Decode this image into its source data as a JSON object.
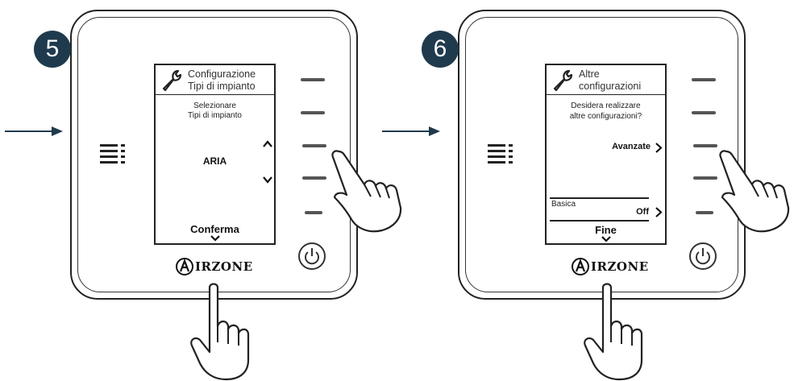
{
  "steps": [
    {
      "number": "5",
      "header_title": [
        "Configurazione",
        "Tipi di impianto"
      ],
      "prompt": [
        "Selezionare",
        "Tipi di impianto"
      ],
      "value": "ARIA",
      "footer": "Conferma",
      "logo": "IRZONE"
    },
    {
      "number": "6",
      "header_title": [
        "Altre",
        "configurazioni"
      ],
      "prompt": [
        "Desidera realizzare",
        "altre configurazioni?"
      ],
      "option_advanced": "Avanzate",
      "option_basic": "Basica",
      "option_basic_value": "Off",
      "footer": "Fine",
      "logo": "IRZONE"
    }
  ],
  "colors": {
    "badge": "#1f3a4d",
    "line": "#222222"
  },
  "icons": [
    "wrench-icon",
    "menu-list-icon",
    "power-icon",
    "pointing-hand-icon",
    "right-arrow-icon",
    "chevron-up-icon",
    "chevron-down-icon",
    "chevron-right-icon"
  ]
}
